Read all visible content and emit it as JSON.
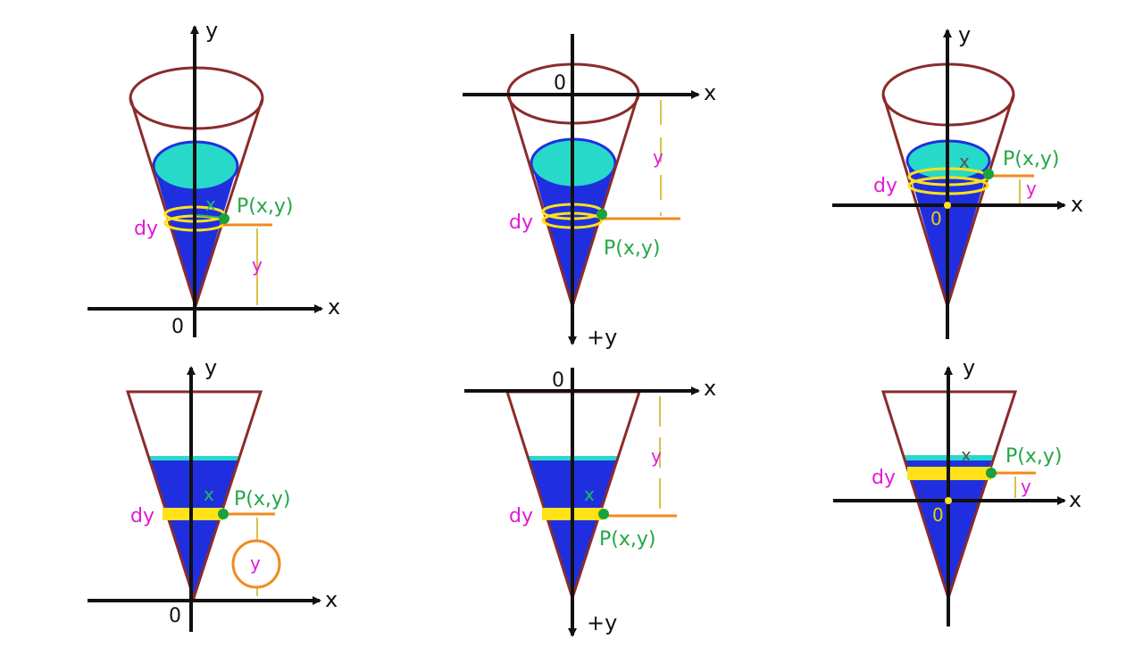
{
  "colors": {
    "background": "#ffffff",
    "axis": "#111111",
    "cone_outline": "#8b2b2b",
    "water": "#1f2fe0",
    "water_surface": "#27d9c9",
    "slice": "#ffe21a",
    "point": "#1aa33a",
    "point_label": "#22a845",
    "dy_label": "#e21ad6",
    "y_label": "#e21ad6",
    "x_label": "#1fbf5a",
    "height_guide": "#d9c24a",
    "orange": "#f28a1e"
  },
  "labels": {
    "x_axis": "x",
    "y_axis": "y",
    "y_axis_down": "+y",
    "origin": "0",
    "point": "P(x,y)",
    "dy": "dy",
    "y": "y",
    "x": "x"
  },
  "panels": [
    {
      "id": "top-left",
      "style": "3d",
      "origin": "bottom",
      "y_axis": "up"
    },
    {
      "id": "top-middle",
      "style": "3d",
      "origin": "top",
      "y_axis": "down"
    },
    {
      "id": "top-right",
      "style": "3d",
      "origin": "middle",
      "y_axis": "up"
    },
    {
      "id": "bottom-left",
      "style": "2d",
      "origin": "bottom",
      "y_axis": "up",
      "y_circled": true
    },
    {
      "id": "bottom-middle",
      "style": "2d",
      "origin": "top",
      "y_axis": "down"
    },
    {
      "id": "bottom-right",
      "style": "2d",
      "origin": "middle",
      "y_axis": "up"
    }
  ]
}
